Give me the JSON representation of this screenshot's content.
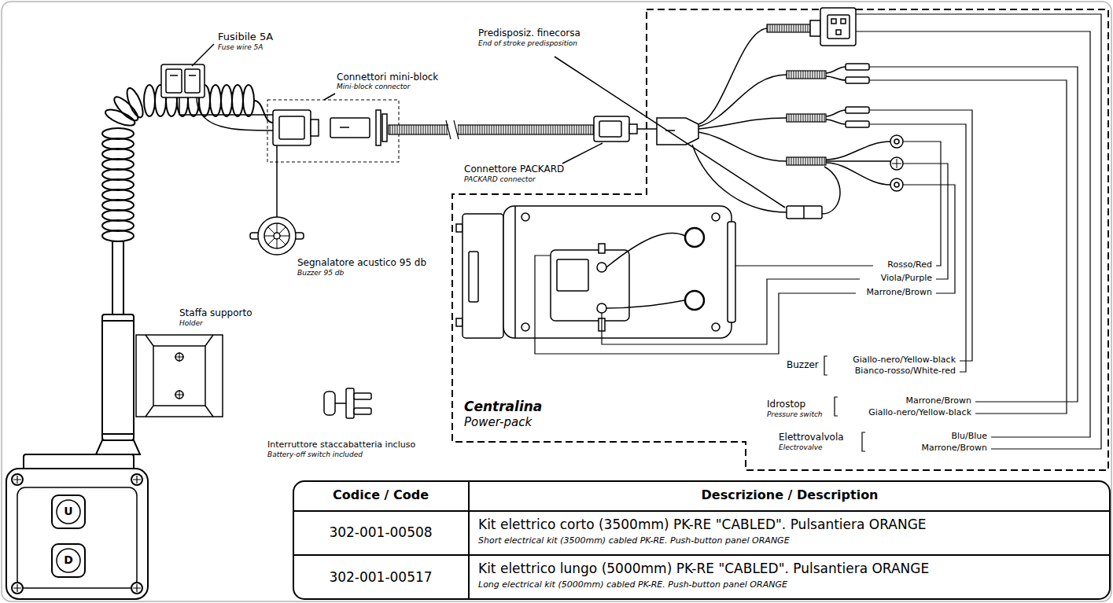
{
  "diagram": {
    "labels": [
      "Fusibile 5A",
      "Fuse wire 5A",
      "Connettori mini-block",
      "Mini-block connector",
      "Predisposiz. finecorsa",
      "End of stroke predisposition",
      "Connettore PACKARD",
      "PACKARD connector",
      "Segnalatore acustico 95 db",
      "Buzzer 95 db",
      "Staffa supporto",
      "Holder",
      "Interruttore staccabatteria incluso",
      "Battery-off switch included",
      "Centralina",
      "Power-pack",
      "Rosso/Red",
      "Viola/Purple",
      "Marrone/Brown",
      "Buzzer",
      "Giallo-nero/Yellow-black",
      "Bianco-rosso/White-red",
      "Idrostop",
      "Pressure switch",
      "Marrone/Brown",
      "Giallo-nero/Yellow-black",
      "Elettrovalvola",
      "Electrovalve",
      "Blu/Blue",
      "Marrone/Brown",
      "U",
      "D",
      "Codice / Code",
      "Descrizione / Description",
      "302-001-00508",
      "Kit elettrico corto (3500mm) PK-RE \"CABLED\". Pulsantiera ORANGE",
      "Short electrical kit (3500mm) cabled PK-RE. Push-button panel ORANGE",
      "302-001-00517",
      "Kit elettrico lungo (5000mm) PK-RE \"CABLED\". Pulsantiera ORANGE",
      "Long electrical kit (5000mm) cabled PK-RE. Push-button panel ORANGE"
    ]
  }
}
